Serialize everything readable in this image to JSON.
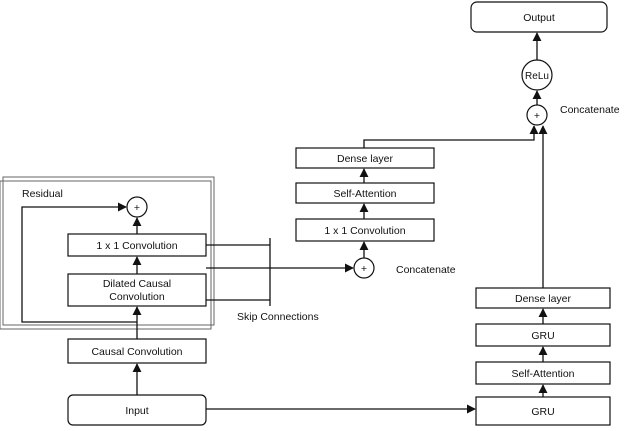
{
  "nodes": {
    "input": "Input",
    "causal_conv": "Causal Convolution",
    "dilated_conv_line1": "Dilated Causal",
    "dilated_conv_line2": "Convolution",
    "conv_1x1_left": "1 x 1 Convolution",
    "residual": "Residual",
    "skip_connections": "Skip Connections",
    "conv_1x1_mid": "1 x 1 Convolution",
    "self_attention_mid": "Self-Attention",
    "dense_mid": "Dense layer",
    "concatenate_mid": "Concatenate",
    "gru_bottom": "GRU",
    "self_attention_right": "Self-Attention",
    "gru_mid": "GRU",
    "dense_right": "Dense layer",
    "concatenate_top": "Concatenate",
    "relu": "ReLu",
    "output": "Output",
    "plus_symbol": "+"
  }
}
